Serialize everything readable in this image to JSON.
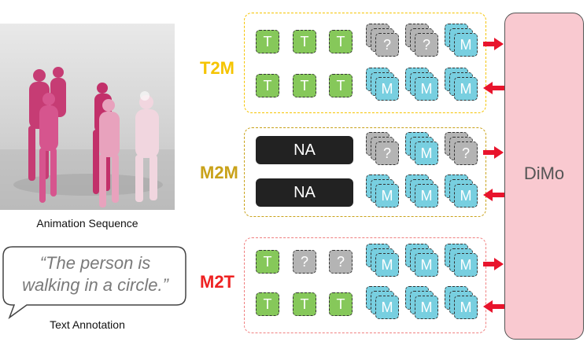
{
  "left_panel": {
    "animation_caption": "Animation Sequence",
    "text_annotation_caption": "Text Annotation",
    "quote_line1": "“The person is",
    "quote_line2": "walking in a circle.”"
  },
  "groups": [
    {
      "id": "t2m",
      "label": "T2M",
      "color": "#f5c400",
      "rows": [
        {
          "prefix": [
            "T",
            "T",
            "T"
          ],
          "stacks": [
            "?",
            "?",
            "M"
          ],
          "arrow": "right"
        },
        {
          "prefix": [
            "T",
            "T",
            "T"
          ],
          "stacks": [
            "M",
            "M",
            "M"
          ],
          "arrow": "left"
        }
      ]
    },
    {
      "id": "m2m",
      "label": "M2M",
      "color": "#c9a21a",
      "rows": [
        {
          "prefix_na": "NA",
          "stacks": [
            "?",
            "M",
            "?"
          ],
          "arrow": "right"
        },
        {
          "prefix_na": "NA",
          "stacks": [
            "M",
            "M",
            "M"
          ],
          "arrow": "left"
        }
      ]
    },
    {
      "id": "m2t",
      "label": "M2T",
      "color": "#ee2222",
      "rows": [
        {
          "prefix": [
            "T",
            "?",
            "?"
          ],
          "stacks": [
            "M",
            "M",
            "M"
          ],
          "arrow": "right"
        },
        {
          "prefix": [
            "T",
            "T",
            "T"
          ],
          "stacks": [
            "M",
            "M",
            "M"
          ],
          "arrow": "left"
        }
      ]
    }
  ],
  "model": {
    "label": "DiMo",
    "color": "#f9c9d0"
  },
  "colors": {
    "text_token": "#86c85a",
    "mask_token": "#b4b4b4",
    "motion_token": "#78cfe0",
    "arrow": "#e8142c"
  }
}
